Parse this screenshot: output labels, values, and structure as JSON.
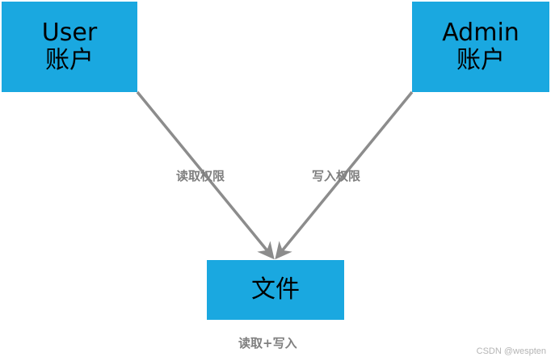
{
  "nodes": {
    "user": {
      "line1": "User",
      "line2": "账户"
    },
    "admin": {
      "line1": "Admin",
      "line2": "账户"
    },
    "file": {
      "label": "文件"
    }
  },
  "edges": {
    "user_to_file": {
      "label": "读取权限"
    },
    "admin_to_file": {
      "label": "写入权限"
    }
  },
  "file_caption": "读取+写入",
  "watermark": "CSDN @wespten",
  "colors": {
    "node_fill": "#1aa8e0",
    "arrow": "#8c8c8c",
    "label": "#7f7f7f"
  }
}
